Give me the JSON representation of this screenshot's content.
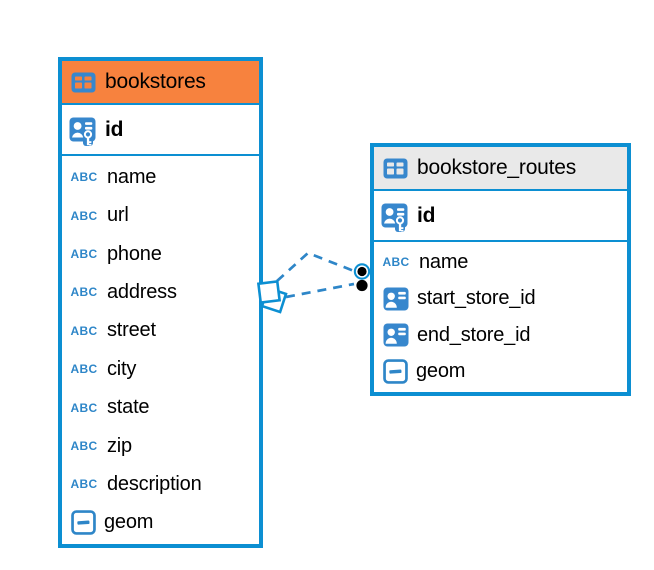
{
  "diagram": {
    "kind": "entity-relationship",
    "colors": {
      "table_border": "#0C8FD2",
      "icon_blue": "#2E86C8",
      "icon_square_blue": "#3787CD",
      "bookstores_header": "#F7823E",
      "bookstore_routes_header": "#E9E9E9",
      "relationship_dot": "#000000"
    }
  },
  "glyphs": {
    "text_type": "ABC"
  },
  "tables": [
    {
      "title": "bookstores",
      "header_bg": "#F7823E",
      "header_icon": "table-grid-icon",
      "primary_key": {
        "name": "id",
        "icon": "person-key-icon"
      },
      "columns": [
        {
          "name": "name",
          "icon": "text"
        },
        {
          "name": "url",
          "icon": "text"
        },
        {
          "name": "phone",
          "icon": "text"
        },
        {
          "name": "address",
          "icon": "text"
        },
        {
          "name": "street",
          "icon": "text"
        },
        {
          "name": "city",
          "icon": "text"
        },
        {
          "name": "state",
          "icon": "text"
        },
        {
          "name": "zip",
          "icon": "text"
        },
        {
          "name": "description",
          "icon": "text"
        },
        {
          "name": "geom",
          "icon": "geometry"
        }
      ]
    },
    {
      "title": "bookstore_routes",
      "header_bg": "#E9E9E9",
      "header_icon": "table-grid-icon",
      "primary_key": {
        "name": "id",
        "icon": "person-key-icon"
      },
      "columns": [
        {
          "name": "name",
          "icon": "text"
        },
        {
          "name": "start_store_id",
          "icon": "person-card-icon"
        },
        {
          "name": "end_store_id",
          "icon": "person-card-icon"
        },
        {
          "name": "geom",
          "icon": "geometry"
        }
      ]
    }
  ],
  "relationship": {
    "from_table": "bookstores",
    "to_table": "bookstore_routes",
    "line_style": "dashed",
    "line_color": "#2E86C8",
    "from_marker": "double-diamond",
    "to_marker": "double-dot"
  }
}
